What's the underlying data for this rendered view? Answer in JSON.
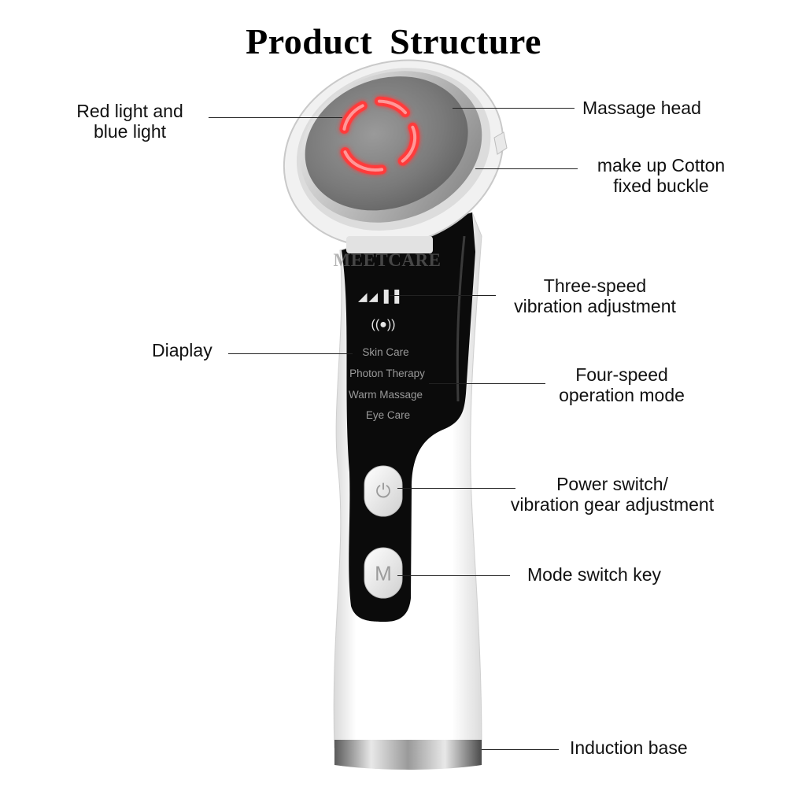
{
  "title": "Product Structure",
  "watermark": "MEETCARE",
  "callouts": {
    "red_blue_light": [
      "Red light and",
      "blue light"
    ],
    "massage_head": "Massage head",
    "cotton_buckle": [
      "make up Cotton",
      "fixed buckle"
    ],
    "vibration": [
      "Three-speed",
      "vibration adjustment"
    ],
    "display": "Diaplay",
    "operation_mode": [
      "Four-speed",
      "operation mode"
    ],
    "power_switch": [
      "Power switch/",
      "vibration gear adjustment"
    ],
    "mode_key": "Mode switch key",
    "induction_base": "Induction base"
  },
  "screen": {
    "speed_bars": "◢◢▐▐",
    "vibration_icon": "((●))",
    "modes": [
      "Skin Care",
      "Photon Therapy",
      "Warm Massage",
      "Eye Care"
    ]
  },
  "keys": {
    "power_glyph": "⏻",
    "mode_glyph": "M"
  },
  "colors": {
    "led_red": "#ff3b3b",
    "body_black": "#0b0b0b",
    "body_white": "#f7f7f7"
  }
}
